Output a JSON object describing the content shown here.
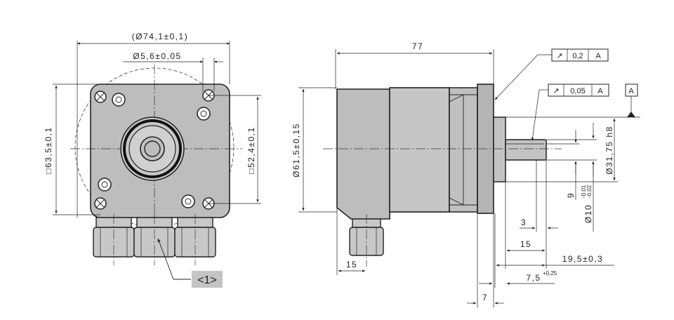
{
  "front_view": {
    "dim_flange_diameter": "(Ø74,1±0,1)",
    "dim_hole_diameter": "Ø5,6±0,05",
    "dim_square_outer": "□63,5±0,1",
    "dim_square_inner": "□52,4±0,1"
  },
  "side_view": {
    "dim_length_total": "77",
    "dim_body_diameter": "Ø61,5±0,15",
    "dim_shaft_pilot": "Ø31,75 h8",
    "dim_shaft_diameter": "Ø10",
    "dim_shaft_tol_upper": "-0,01",
    "dim_shaft_tol_lower": "-0,02",
    "dim_flat": "9",
    "dim_flat_length": "3",
    "dim_shaft_length": "15",
    "dim_shaft_total": "19,5±0,3",
    "dim_flange_offset": "7,5",
    "dim_flange_offset_tol": "+0,25",
    "dim_flange_thickness": "7",
    "dim_gland_offset": "15"
  },
  "tolerances": {
    "runout_1": {
      "symbol": "↗",
      "value": "0,2",
      "datum": "A"
    },
    "runout_2": {
      "symbol": "↗",
      "value": "0,05",
      "datum": "A"
    },
    "datum_label": "A"
  },
  "callout": {
    "label": "<1>"
  }
}
